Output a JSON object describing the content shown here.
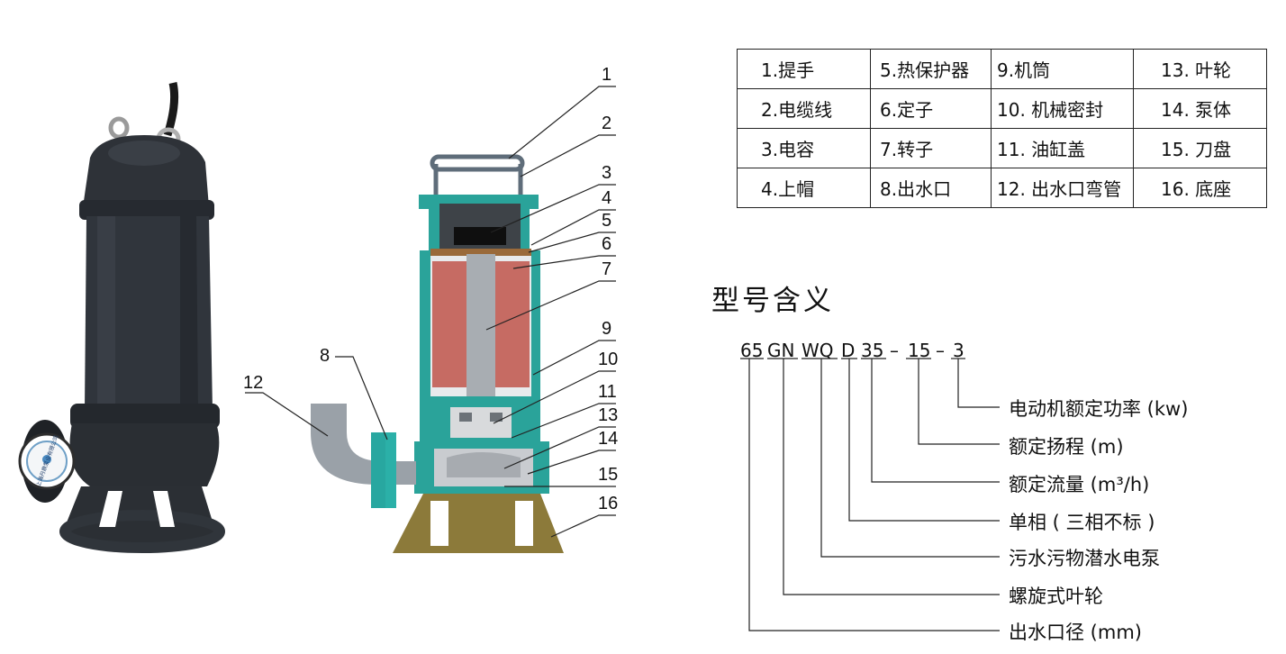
{
  "parts_table": {
    "rows": [
      [
        "1.提手",
        "5.热保护器",
        "9.机筒",
        "13. 叶轮"
      ],
      [
        "2.电缆线",
        "6.定子",
        "10. 机械密封",
        "14. 泵体"
      ],
      [
        "3.电容",
        "7.转子",
        "11. 油缸盖",
        "15. 刀盘"
      ],
      [
        "4.上帽",
        "8.出水口",
        "12. 出水口弯管",
        "16. 底座"
      ]
    ]
  },
  "model": {
    "title": "型号含义",
    "segments": [
      "65",
      "GN",
      "WQ",
      "D",
      "35",
      "–",
      "15",
      "–",
      "3"
    ],
    "meanings": [
      "电动机额定功率 (kw)",
      "额定扬程 (m)",
      "额定流量 (m³/h)",
      "单相 ( 三相不标 )",
      "污水污物潜水电泵",
      "螺旋式叶轮",
      "出水口径 (mm)"
    ]
  },
  "callouts": [
    "1",
    "2",
    "3",
    "4",
    "5",
    "6",
    "7",
    "8",
    "9",
    "10",
    "11",
    "12",
    "13",
    "14",
    "15",
    "16"
  ],
  "logo_text": "上海丹鼎泵业有限公司",
  "colors": {
    "pump_body": "#2c3036",
    "casing_teal": "#2aa39a",
    "stator_red": "#c76a63",
    "shaft_gray": "#a9adb2",
    "base_olive": "#8c7a3a",
    "flange_teal": "#28a7a0"
  }
}
